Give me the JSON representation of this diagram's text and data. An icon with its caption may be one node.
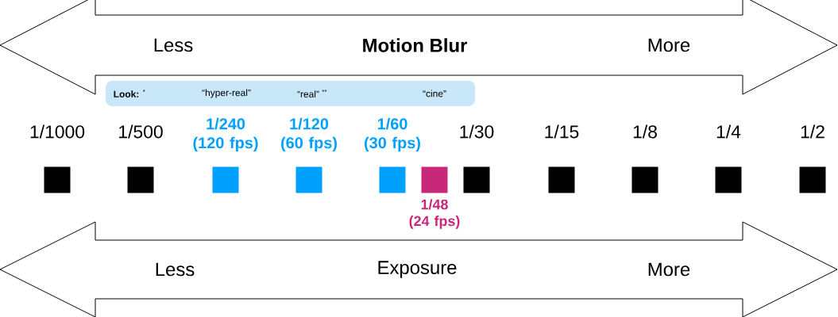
{
  "diagram": {
    "nodes": [
      {
        "text": [
          "Less",
          "Motion Blur",
          "More"
        ]
      },
      {
        "text": [
          "**Look:** $^{*}$",
          "“hyper-real”",
          "“real” $^{**}$",
          "“cine”"
        ]
      },
      {
        "text": [],
        "shape": "box",
        "beside": [
          "1/1000"
        ]
      },
      {
        "text": [],
        "shape": "box",
        "beside": [
          "1/500"
        ]
      },
      {
        "text": [],
        "shape": "box",
        "beside": [
          "1/240 (120 fps)"
        ]
      },
      {
        "text": [],
        "shape": "box",
        "beside": [
          "1/120 (60 fps)"
        ]
      },
      {
        "text": [],
        "shape": "box",
        "beside": [
          "1/60 (30 fps)"
        ]
      },
      {
        "text": [],
        "shape": "box",
        "beside": [
          "1/48 (24 fps)"
        ]
      },
      {
        "text": [],
        "shape": "box",
        "beside": [
          "1/30"
        ]
      },
      {
        "text": [],
        "shape": "box",
        "beside": [
          "1/15"
        ]
      },
      {
        "text": [],
        "shape": "box",
        "beside": [
          "1/8"
        ]
      },
      {
        "text": [],
        "shape": "box",
        "beside": [
          "1/4"
        ]
      },
      {
        "text": [],
        "shape": "box",
        "beside": [
          "1/2"
        ]
      },
      {
        "text": [
          "Less",
          "Exposure",
          "More"
        ]
      }
    ]
  }
}
